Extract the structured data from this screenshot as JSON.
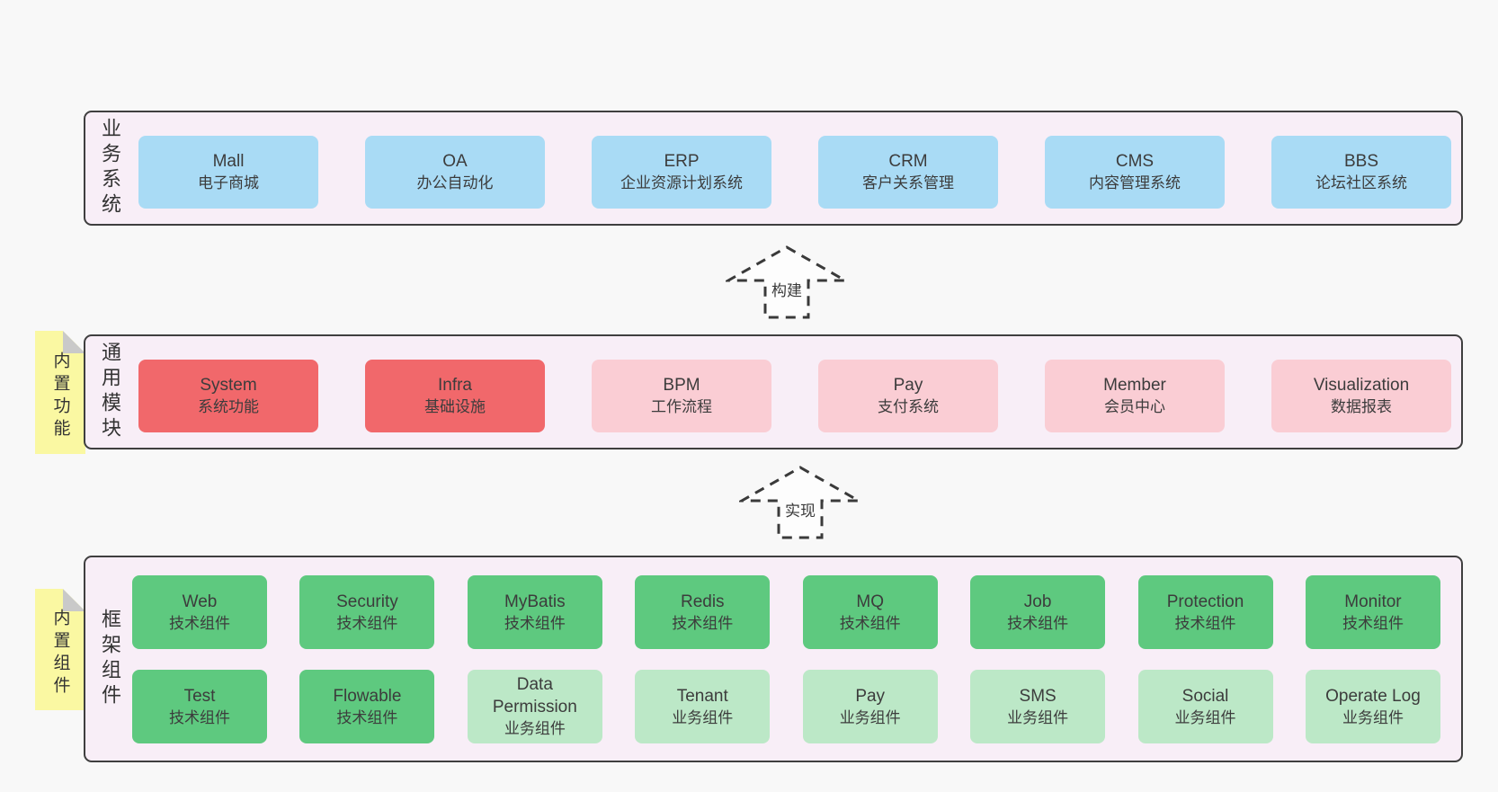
{
  "colors": {
    "page_bg": "#f8f8f8",
    "panel_bg": "#f8eef7",
    "panel_border": "#3f3f3f",
    "blue": "#a9dbf5",
    "red": "#f1686b",
    "pink": "#facdd4",
    "green": "#5ec97f",
    "green_light": "#bce8c7",
    "sticky_yellow": "#faf8a2",
    "sticky_fold": "#c9c9c9"
  },
  "sections": {
    "business": {
      "label": "业务系统",
      "items": [
        {
          "name": "Mall",
          "desc": "电子商城"
        },
        {
          "name": "OA",
          "desc": "办公自动化"
        },
        {
          "name": "ERP",
          "desc": "企业资源计划系统"
        },
        {
          "name": "CRM",
          "desc": "客户关系管理"
        },
        {
          "name": "CMS",
          "desc": "内容管理系统"
        },
        {
          "name": "BBS",
          "desc": "论坛社区系统"
        }
      ]
    },
    "modules": {
      "label": "通用模块",
      "tab": "内置功能",
      "items": [
        {
          "name": "System",
          "desc": "系统功能"
        },
        {
          "name": "Infra",
          "desc": "基础设施"
        },
        {
          "name": "BPM",
          "desc": "工作流程"
        },
        {
          "name": "Pay",
          "desc": "支付系统"
        },
        {
          "name": "Member",
          "desc": "会员中心"
        },
        {
          "name": "Visualization",
          "desc": "数据报表"
        }
      ]
    },
    "components": {
      "label": "框架组件",
      "tab": "内置组件",
      "rows": [
        [
          {
            "name": "Web",
            "desc": "技术组件"
          },
          {
            "name": "Security",
            "desc": "技术组件"
          },
          {
            "name": "MyBatis",
            "desc": "技术组件"
          },
          {
            "name": "Redis",
            "desc": "技术组件"
          },
          {
            "name": "MQ",
            "desc": "技术组件"
          },
          {
            "name": "Job",
            "desc": "技术组件"
          },
          {
            "name": "Protection",
            "desc": "技术组件"
          },
          {
            "name": "Monitor",
            "desc": "技术组件"
          }
        ],
        [
          {
            "name": "Test",
            "desc": "技术组件"
          },
          {
            "name": "Flowable",
            "desc": "技术组件"
          },
          {
            "name": "Data Permission",
            "desc": "业务组件"
          },
          {
            "name": "Tenant",
            "desc": "业务组件"
          },
          {
            "name": "Pay",
            "desc": "业务组件"
          },
          {
            "name": "SMS",
            "desc": "业务组件"
          },
          {
            "name": "Social",
            "desc": "业务组件"
          },
          {
            "name": "Operate Log",
            "desc": "业务组件"
          }
        ]
      ]
    }
  },
  "arrows": [
    {
      "label": "构建"
    },
    {
      "label": "实现"
    }
  ]
}
